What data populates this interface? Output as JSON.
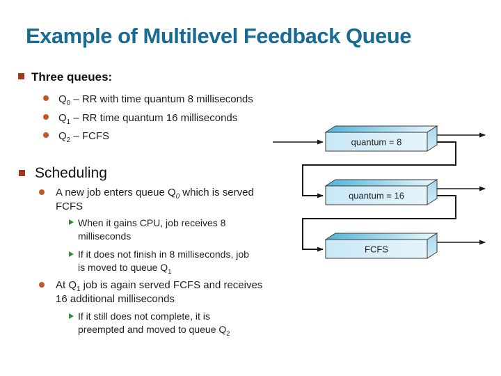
{
  "title": "Example of Multilevel Feedback Queue",
  "colors": {
    "title_text": "#1a6b94",
    "level1_bullet": "#a23a1d",
    "level2_bullet": "#c05a24",
    "level3_bullet": "#2e8b35",
    "box_front": "#cde9f6",
    "box_top_dark": "#4fb4d7",
    "arrow_line": "#1a1a1a"
  },
  "three_queues": {
    "heading": "Three queues:",
    "items": [
      {
        "pre": "Q",
        "sub": "0",
        "rest": " – RR with time quantum 8 milliseconds"
      },
      {
        "pre": "Q",
        "sub": "1",
        "rest": " – RR time quantum 16 milliseconds"
      },
      {
        "pre": "Q",
        "sub": "2",
        "rest": " – FCFS"
      }
    ]
  },
  "scheduling": {
    "heading": "Scheduling",
    "new_job": {
      "line1_a": "A new job enters queue Q",
      "line1_sub": "0",
      "line1_b": " which is served",
      "line2": "FCFS"
    },
    "gains_cpu": {
      "line1": "When it gains CPU, job receives 8",
      "line2": "milliseconds"
    },
    "not_finish": {
      "line1": "If it does not finish in 8 milliseconds, job",
      "line2_a": "is moved to queue Q",
      "line2_sub": "1"
    },
    "at_q1": {
      "line1_a": "At Q",
      "line1_sub": "1",
      "line1_b": " job is again served FCFS and receives",
      "line2": "16 additional milliseconds"
    },
    "not_complete": {
      "line1": "If it still does not complete, it is",
      "line2_a": "preempted and moved to queue Q",
      "line2_sub": "2"
    }
  },
  "diagram": {
    "queues": [
      {
        "label": "quantum = 8"
      },
      {
        "label": "quantum = 16"
      },
      {
        "label": "FCFS"
      }
    ]
  }
}
